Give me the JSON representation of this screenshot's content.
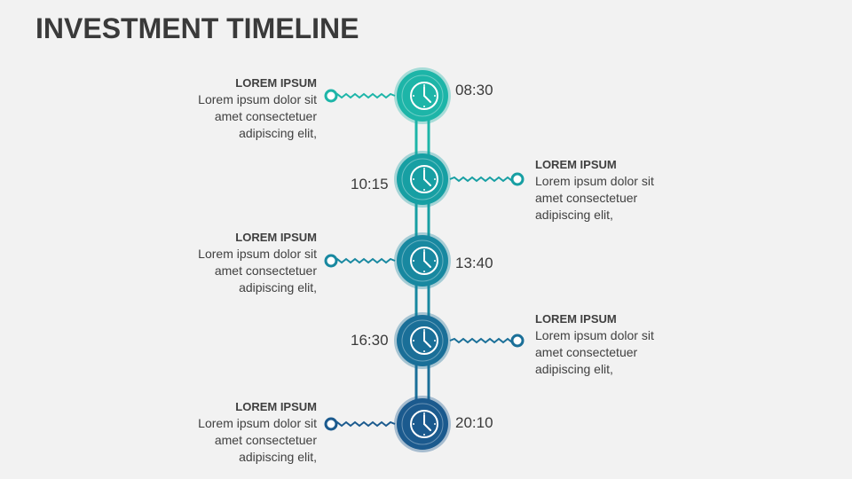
{
  "title": "INVESTMENT TIMELINE",
  "colors": {
    "background": "#f2f2f2",
    "text": "#404040"
  },
  "milestones": [
    {
      "time": "08:30",
      "side": "left",
      "heading": "LOREM IPSUM",
      "text": [
        "Lorem ipsum dolor sit",
        "amet consectetuer",
        "adipiscing elit,"
      ],
      "color": "#1db5a8",
      "icon": "clock-icon"
    },
    {
      "time": "10:15",
      "side": "right",
      "heading": "LOREM IPSUM",
      "text": [
        "Lorem ipsum dolor sit",
        "amet consectetuer",
        "adipiscing elit,"
      ],
      "color": "#179fa3",
      "icon": "clock-icon"
    },
    {
      "time": "13:40",
      "side": "left",
      "heading": "LOREM IPSUM",
      "text": [
        "Lorem ipsum dolor sit",
        "amet consectetuer",
        "adipiscing elit,"
      ],
      "color": "#1888a0",
      "icon": "clock-icon"
    },
    {
      "time": "16:30",
      "side": "right",
      "heading": "LOREM IPSUM",
      "text": [
        "Lorem ipsum dolor sit",
        "amet consectetuer",
        "adipiscing elit,"
      ],
      "color": "#1a6f98",
      "icon": "clock-icon"
    },
    {
      "time": "20:10",
      "side": "left",
      "heading": "LOREM IPSUM",
      "text": [
        "Lorem ipsum dolor sit",
        "amet consectetuer",
        "adipiscing elit,"
      ],
      "color": "#1b5a8e",
      "icon": "clock-icon"
    }
  ]
}
